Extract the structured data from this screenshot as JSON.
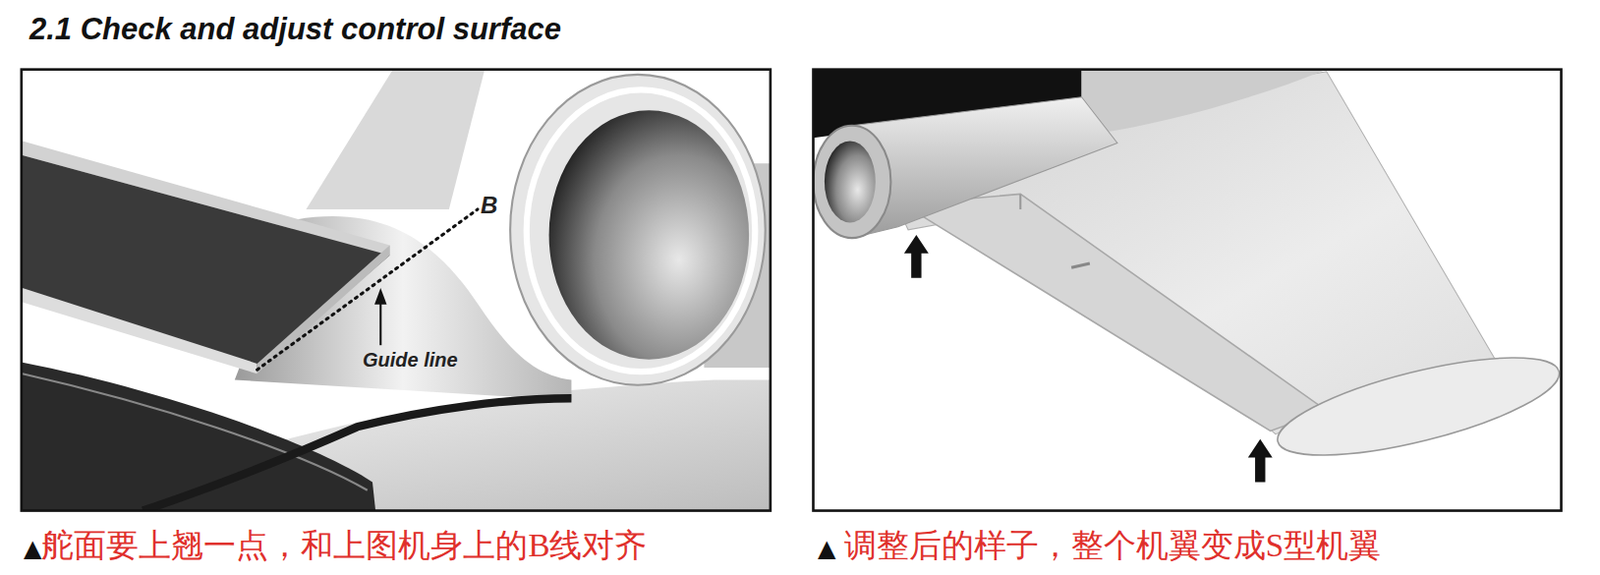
{
  "diagram": {
    "title": "2.1 Check and adjust control surface",
    "labels": [
      "B",
      "Guide line",
      "▲舵面要上翘一点，和上图机身上的B线对齐",
      "▲ 调整后的样子，整个机翼变成S型机翼"
    ]
  }
}
